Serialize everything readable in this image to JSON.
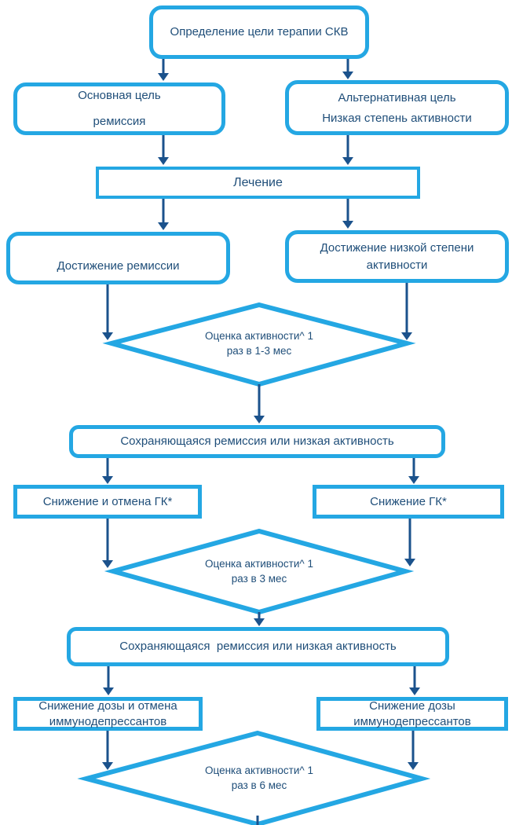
{
  "colors": {
    "node_border": "#24A7E3",
    "arrow": "#1B528C",
    "text_color": "#1F4E79",
    "background": "#FFFFFF"
  },
  "nodes": {
    "define_goal": {
      "label": "Определение цели терапии СКВ"
    },
    "primary_goal": {
      "line1": "Основная цель",
      "line2": "ремиссия"
    },
    "alternative_goal": {
      "line1": "Альтернативная цель",
      "line2": "Низкая степень активности"
    },
    "treatment": {
      "label": "Лечение"
    },
    "remission_achieved": {
      "label": "Достижение ремиссии"
    },
    "low_activity_achieved": {
      "line1": "Достижение низкой степени",
      "line2": "активности"
    },
    "assessment_1_3mo": {
      "line1": "Оценка активности^ 1",
      "line2": "раз в 1-3 мес"
    },
    "sustained_1": {
      "label": "Сохраняющаяся ремиссия или низкая активность"
    },
    "taper_gc": {
      "label": "Снижение и отмена ГК*"
    },
    "reduce_gc": {
      "label": "Снижение ГК*"
    },
    "assessment_3mo": {
      "line1": "Оценка активности^ 1",
      "line2": "раз в 3 мес"
    },
    "sustained_2": {
      "label": "Сохраняющаяся  ремиссия или низкая активность"
    },
    "taper_immuno": {
      "line1": "Снижение дозы и отмена",
      "line2": "иммунодепрессантов"
    },
    "reduce_immuno": {
      "line1": "Снижение дозы",
      "line2": "иммунодепрессантов"
    },
    "assessment_6mo": {
      "line1": "Оценка активности^ 1",
      "line2": "раз в 6 мес"
    }
  }
}
